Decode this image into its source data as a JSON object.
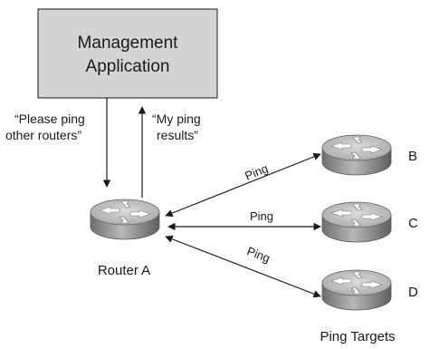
{
  "management_box": {
    "line1": "Management",
    "line2": "Application"
  },
  "request_label": {
    "line1": "“Please ping",
    "line2": "other routers”"
  },
  "results_label": {
    "line1": "“My ping",
    "line2": "results”"
  },
  "router_a_label": "Router A",
  "targets_label": "Ping Targets",
  "routers": [
    {
      "id": "B",
      "letter": "B"
    },
    {
      "id": "C",
      "letter": "C"
    },
    {
      "id": "D",
      "letter": "D"
    }
  ],
  "ping_labels": [
    "Ping",
    "Ping",
    "Ping"
  ],
  "colors": {
    "box_fill": "#d4d4d4",
    "router_top": "#c8c8c8",
    "router_side": "#8a8a8a"
  }
}
